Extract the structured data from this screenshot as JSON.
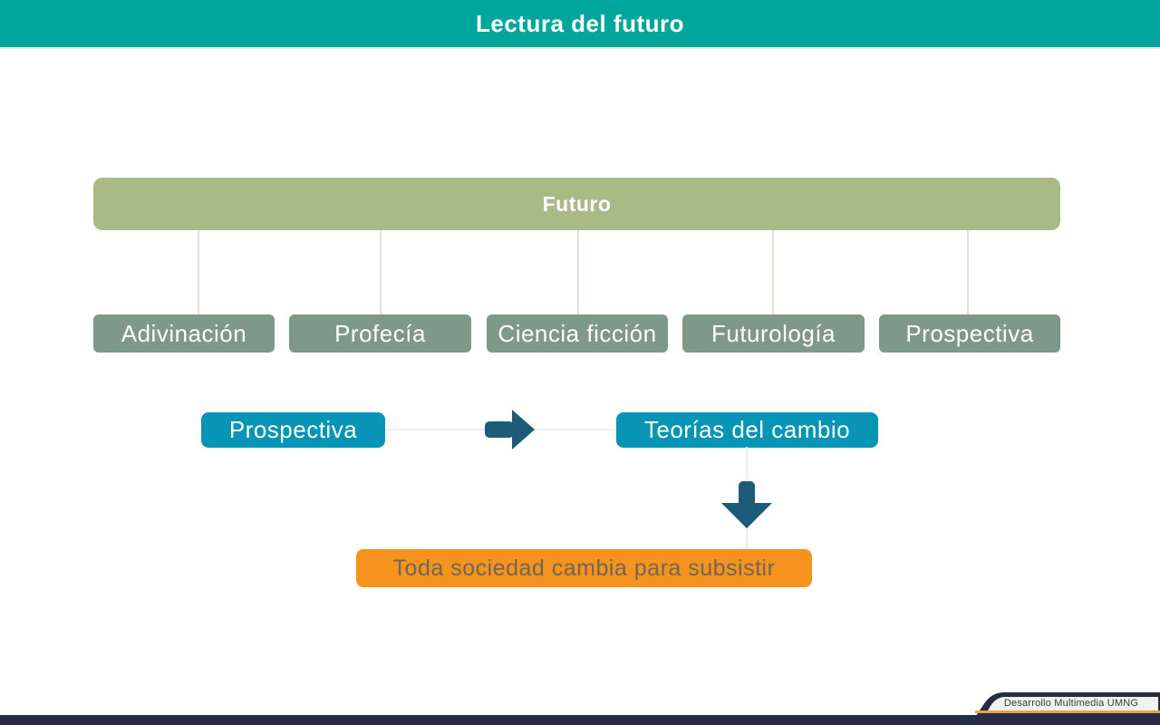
{
  "header": {
    "title": "Lectura del futuro",
    "bg_color": "#00A69B"
  },
  "tree": {
    "root": {
      "label": "Futuro",
      "bg_color": "#A8BA85"
    },
    "children": [
      {
        "label": "Adivinación"
      },
      {
        "label": "Profecía"
      },
      {
        "label": "Ciencia ficción"
      },
      {
        "label": "Futurología"
      },
      {
        "label": "Prospectiva"
      }
    ],
    "child_bg_color": "#7E9889",
    "connector_color": "#DFE6D5"
  },
  "flow": {
    "source": {
      "label": "Prospectiva"
    },
    "target": {
      "label": "Teorías del cambio"
    },
    "box_bg_color": "#0894B4",
    "arrow_color": "#1E5B78",
    "connector_color": "#ECEFF1",
    "result": {
      "label": "Toda sociedad cambia para subsistir",
      "bg_color": "#F6921E",
      "text_color": "#6F675A"
    }
  },
  "footer": {
    "credit": "Desarrollo Multimedia UMNG",
    "bar_color": "#272B46",
    "accent_color": "#EDA33C",
    "banner_bg_color": "#F1F1EF"
  }
}
